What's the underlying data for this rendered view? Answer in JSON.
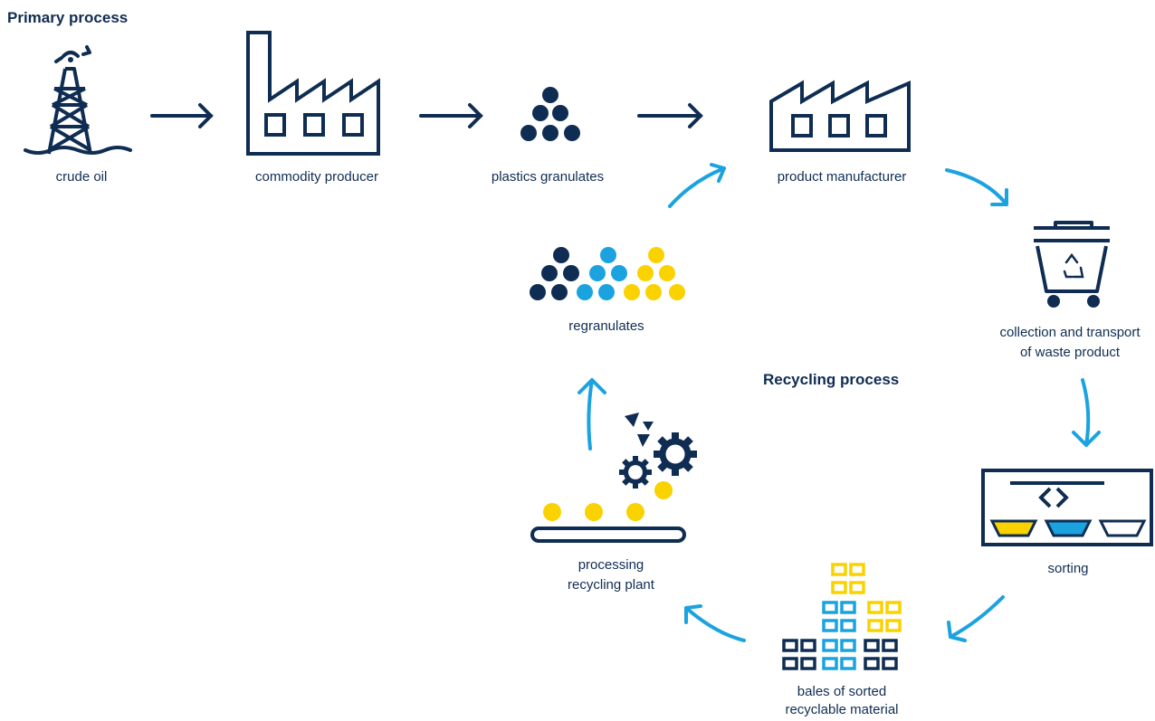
{
  "primary_title": "Primary process",
  "recycling_title": "Recycling process",
  "nodes": {
    "crude_oil": "crude oil",
    "commodity_producer": "commodity producer",
    "plastics_granulates": "plastics granulates",
    "product_manufacturer": "product manufacturer",
    "collection": [
      "collection and transport",
      "of waste product"
    ],
    "sorting": "sorting",
    "bales": [
      "bales of sorted",
      "recyclable material"
    ],
    "processing": [
      "processing",
      "recycling plant"
    ],
    "regranulates": "regranulates"
  },
  "icons": {
    "crude_oil": "oil-rig-icon",
    "commodity_producer": "factory-chimney-icon",
    "plastics_granulates": "granulates-pile-icon",
    "product_manufacturer": "factory-icon",
    "collection": "recycling-bin-icon",
    "sorting": "sorting-machine-icon",
    "bales": "bales-stack-icon",
    "processing": "recycling-plant-icon",
    "regranulates": "regranulates-pile-icon"
  },
  "colors": {
    "navy": "#0f2d52",
    "blue": "#1ba3e0",
    "yellow": "#f9d200"
  }
}
